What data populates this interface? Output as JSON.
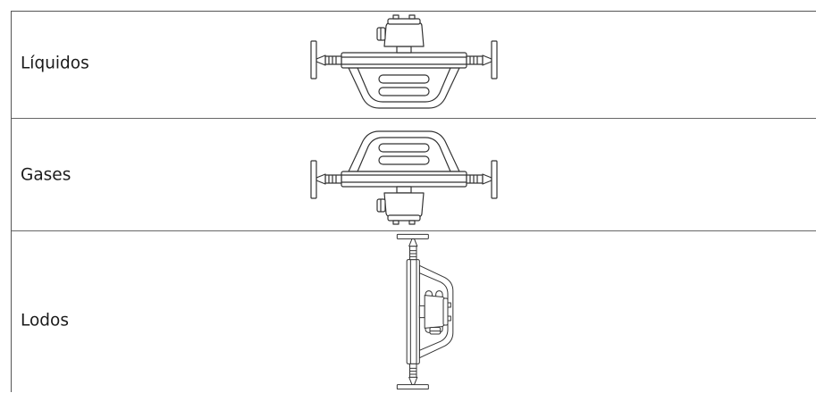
{
  "rows": [
    {
      "label": "Líquidos",
      "icon": "meter-horizontal-housing-up-icon"
    },
    {
      "label": "Gases",
      "icon": "meter-horizontal-housing-down-icon"
    },
    {
      "label": "Lodos",
      "icon": "meter-vertical-flag-icon"
    }
  ],
  "colors": {
    "line": "#333333",
    "border": "#555555"
  }
}
